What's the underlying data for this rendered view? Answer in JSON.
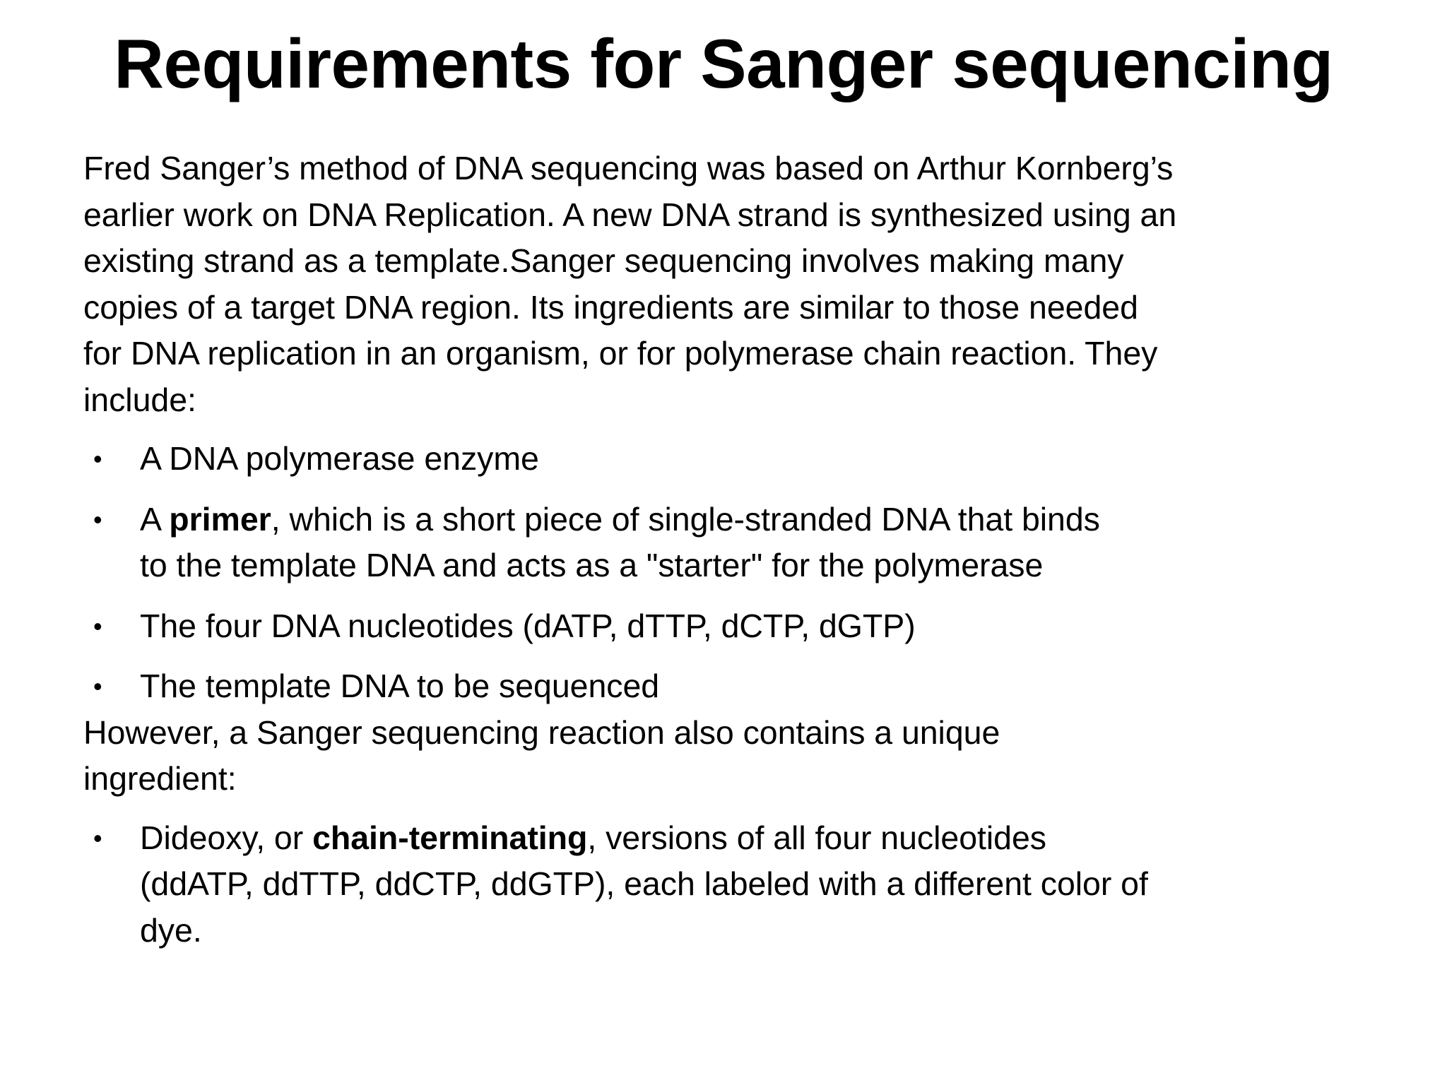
{
  "slide": {
    "title": "Requirements for Sanger sequencing",
    "background_color": "#FFFFFF",
    "text_color": "#000000",
    "bullet_glyph": "•",
    "intro_paragraph": {
      "name": "intro-paragraph",
      "lines": [
        "Fred Sanger’s method of DNA sequencing was based on Arthur Kornberg’s",
        "earlier work on DNA Replication. A new DNA strand is synthesized using an",
        "existing strand as a template.Sanger sequencing involves making many",
        "copies of a target DNA region. Its ingredients are similar to those needed",
        "for DNA replication in an organism, or for polymerase chain reaction. They",
        "include:"
      ],
      "full_text": "Fred Sanger’s method of DNA sequencing was based on Arthur Kornberg’s earlier work on DNA Replication. A new DNA strand is synthesized using an existing strand as a template.Sanger sequencing involves making many copies of a target DNA region. Its ingredients are similar to those needed for DNA replication in an organism, or for polymerase chain reaction. They include:"
    },
    "bullets_primary": [
      {
        "name": "bullet-dna-polymerase",
        "lines": [
          {
            "segments": [
              {
                "text": "A DNA polymerase enzyme",
                "bold": false
              }
            ]
          }
        ],
        "full_text": "A DNA polymerase enzyme"
      },
      {
        "name": "bullet-primer",
        "lines": [
          {
            "segments": [
              {
                "text": "A ",
                "bold": false
              },
              {
                "text": "primer",
                "bold": true
              },
              {
                "text": ", which is a short piece of single-stranded DNA that binds",
                "bold": false
              }
            ]
          },
          {
            "segments": [
              {
                "text": "to the template DNA and acts as a \"starter\" for the polymerase",
                "bold": false
              }
            ]
          }
        ],
        "full_text": "A primer, which is a short piece of single-stranded DNA that binds to the template DNA and acts as a \"starter\" for the polymerase"
      },
      {
        "name": "bullet-four-nucleotides",
        "lines": [
          {
            "segments": [
              {
                "text": "The four DNA nucleotides (dATP, dTTP, dCTP, dGTP)",
                "bold": false
              }
            ]
          }
        ],
        "full_text": "The four DNA nucleotides (dATP, dTTP, dCTP, dGTP)"
      },
      {
        "name": "bullet-template-dna",
        "lines": [
          {
            "segments": [
              {
                "text": "The template DNA to be sequenced",
                "bold": false
              }
            ]
          }
        ],
        "full_text": "The template DNA to be sequenced"
      }
    ],
    "however_paragraph": {
      "name": "however-paragraph",
      "lines": [
        "However, a Sanger sequencing reaction also contains a unique",
        "ingredient:"
      ],
      "full_text": "However, a Sanger sequencing reaction also contains a unique ingredient:"
    },
    "bullets_secondary": [
      {
        "name": "bullet-dideoxy",
        "lines": [
          {
            "segments": [
              {
                "text": "Dideoxy, or ",
                "bold": false
              },
              {
                "text": "chain-terminating",
                "bold": true
              },
              {
                "text": ", versions of all four nucleotides",
                "bold": false
              }
            ]
          },
          {
            "segments": [
              {
                "text": "(ddATP, ddTTP, ddCTP, ddGTP), each labeled with a different color of",
                "bold": false
              }
            ]
          },
          {
            "segments": [
              {
                "text": "dye.",
                "bold": false
              }
            ]
          }
        ],
        "full_text": "Dideoxy, or chain-terminating, versions of all four nucleotides (ddATP, ddTTP, ddCTP, ddGTP), each labeled with a different color of dye."
      }
    ]
  }
}
